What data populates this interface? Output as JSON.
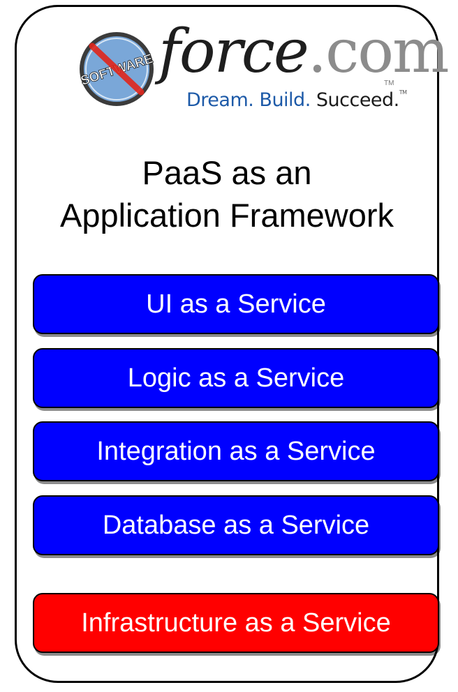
{
  "logo": {
    "badge_text": "SOFTWARE",
    "wordmark_main": "force",
    "wordmark_suffix": ".com",
    "trademark": "TM",
    "tagline_part1": "Dream. Build.",
    "tagline_part2": "Succeed.",
    "tagline_tm": "TM",
    "colors": {
      "badge_bg": "#7aa7d8",
      "badge_slash": "#e1261c",
      "tagline_blue": "#1d5aa8"
    }
  },
  "title": {
    "line1": "PaaS as an",
    "line2": "Application Framework"
  },
  "layers": [
    {
      "label": "UI as a Service",
      "color": "#0000ff"
    },
    {
      "label": "Logic as a Service",
      "color": "#0000ff"
    },
    {
      "label": "Integration as a Service",
      "color": "#0000ff"
    },
    {
      "label": "Database as a Service",
      "color": "#0000ff"
    },
    {
      "label": "Infrastructure as a Service",
      "color": "#ff0000"
    }
  ]
}
